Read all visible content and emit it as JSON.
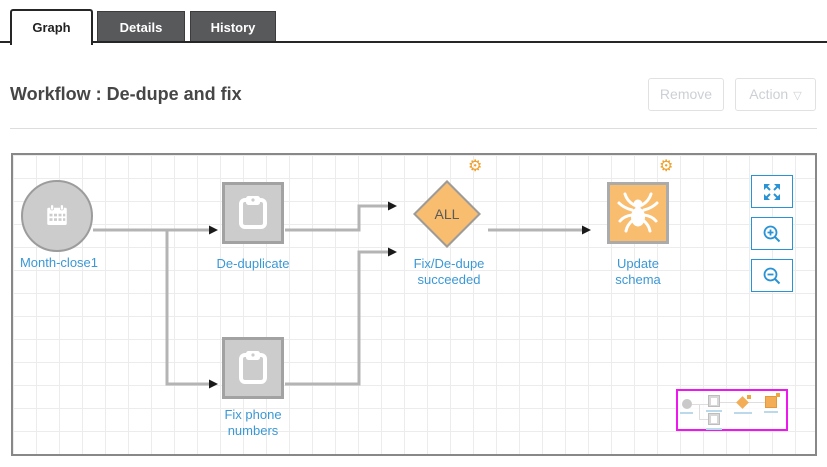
{
  "tabs": {
    "graph": "Graph",
    "details": "Details",
    "history": "History",
    "active_tab": "Graph"
  },
  "header": {
    "title": "Workflow : De-dupe and fix"
  },
  "toolbar": {
    "remove_label": "Remove",
    "action_label": "Action",
    "buttons_disabled": true
  },
  "icons": {
    "caret_down": "▽",
    "gear": "⚙"
  },
  "workflow": {
    "nodes": [
      {
        "id": "month-close1",
        "label": "Month-close1",
        "shape": "circle",
        "icon": "calendar-icon",
        "color": "#cccccc"
      },
      {
        "id": "de-duplicate",
        "label": "De-duplicate",
        "shape": "square",
        "icon": "clipboard-icon",
        "color": "#cccccc"
      },
      {
        "id": "fix-phone-numbers",
        "label": "Fix phone numbers",
        "shape": "square",
        "icon": "clipboard-icon",
        "color": "#cccccc"
      },
      {
        "id": "all-gate",
        "label": "Fix/De-dupe succeeded",
        "shape": "diamond",
        "text": "ALL",
        "has_gear": true,
        "color": "#f8bd6f"
      },
      {
        "id": "update-schema",
        "label": "Update schema",
        "shape": "square",
        "icon": "spider-icon",
        "has_gear": true,
        "color": "#f8bd6f"
      }
    ],
    "edges": [
      {
        "from": "month-close1",
        "to": "de-duplicate"
      },
      {
        "from": "month-close1",
        "to": "fix-phone-numbers"
      },
      {
        "from": "de-duplicate",
        "to": "all-gate"
      },
      {
        "from": "fix-phone-numbers",
        "to": "all-gate"
      },
      {
        "from": "all-gate",
        "to": "update-schema"
      }
    ]
  },
  "zoom_controls": {
    "fit": "fit-to-screen",
    "zoom_in": "zoom-in",
    "zoom_out": "zoom-out"
  },
  "colors": {
    "accent_blue": "#2a93d5",
    "label_blue": "#3b98d5",
    "node_gray": "#cccccc",
    "node_orange": "#f8bd6f",
    "gear_orange": "#efa02f",
    "minimap_border": "#ee18ee",
    "edge_gray": "#b4b4b4",
    "tab_dark": "#58595b"
  }
}
